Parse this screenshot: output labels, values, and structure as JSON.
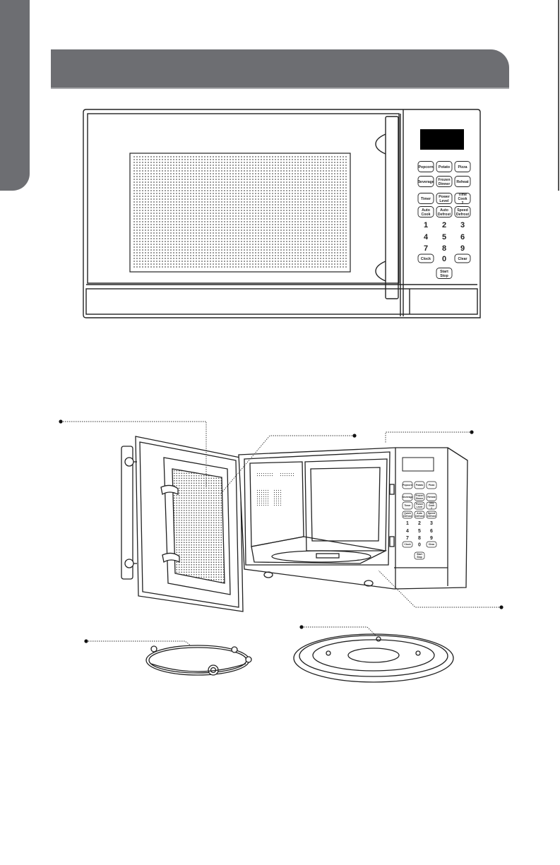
{
  "page": {
    "accent_color": "#6d6e72"
  },
  "front_view": {
    "keypad_rows": [
      [
        "Popcorn",
        "Potato",
        "Pizza"
      ],
      [
        "Beverage",
        "Frozen Dinner",
        "Reheat"
      ],
      [
        "Timer",
        "Power Level",
        "Time Cook 2"
      ],
      [
        "Auto Cook",
        "Auto Defrost",
        "Speed Defrost"
      ]
    ],
    "number_rows": [
      [
        "1",
        "2",
        "3"
      ],
      [
        "4",
        "5",
        "6"
      ],
      [
        "7",
        "8",
        "9"
      ]
    ],
    "bottom_row": [
      "Clock",
      "0",
      "Clear"
    ],
    "start_button": "Start Stop"
  },
  "open_view": {
    "keypad_rows": [
      [
        "Popcorn",
        "Potato",
        "Pizza"
      ],
      [
        "Beverage",
        "Frozen Dinner",
        "Reheat"
      ],
      [
        "Timer",
        "Power Level",
        "Time Cook 2"
      ],
      [
        "Quick Defrost",
        "Auto Defrost",
        "Speed Defrost"
      ]
    ],
    "number_rows": [
      [
        "1",
        "2",
        "3"
      ],
      [
        "4",
        "5",
        "6"
      ],
      [
        "7",
        "8",
        "9"
      ]
    ],
    "bottom_row": [
      "Clock",
      "0",
      "Clear"
    ],
    "start_button": "Start Stop"
  }
}
